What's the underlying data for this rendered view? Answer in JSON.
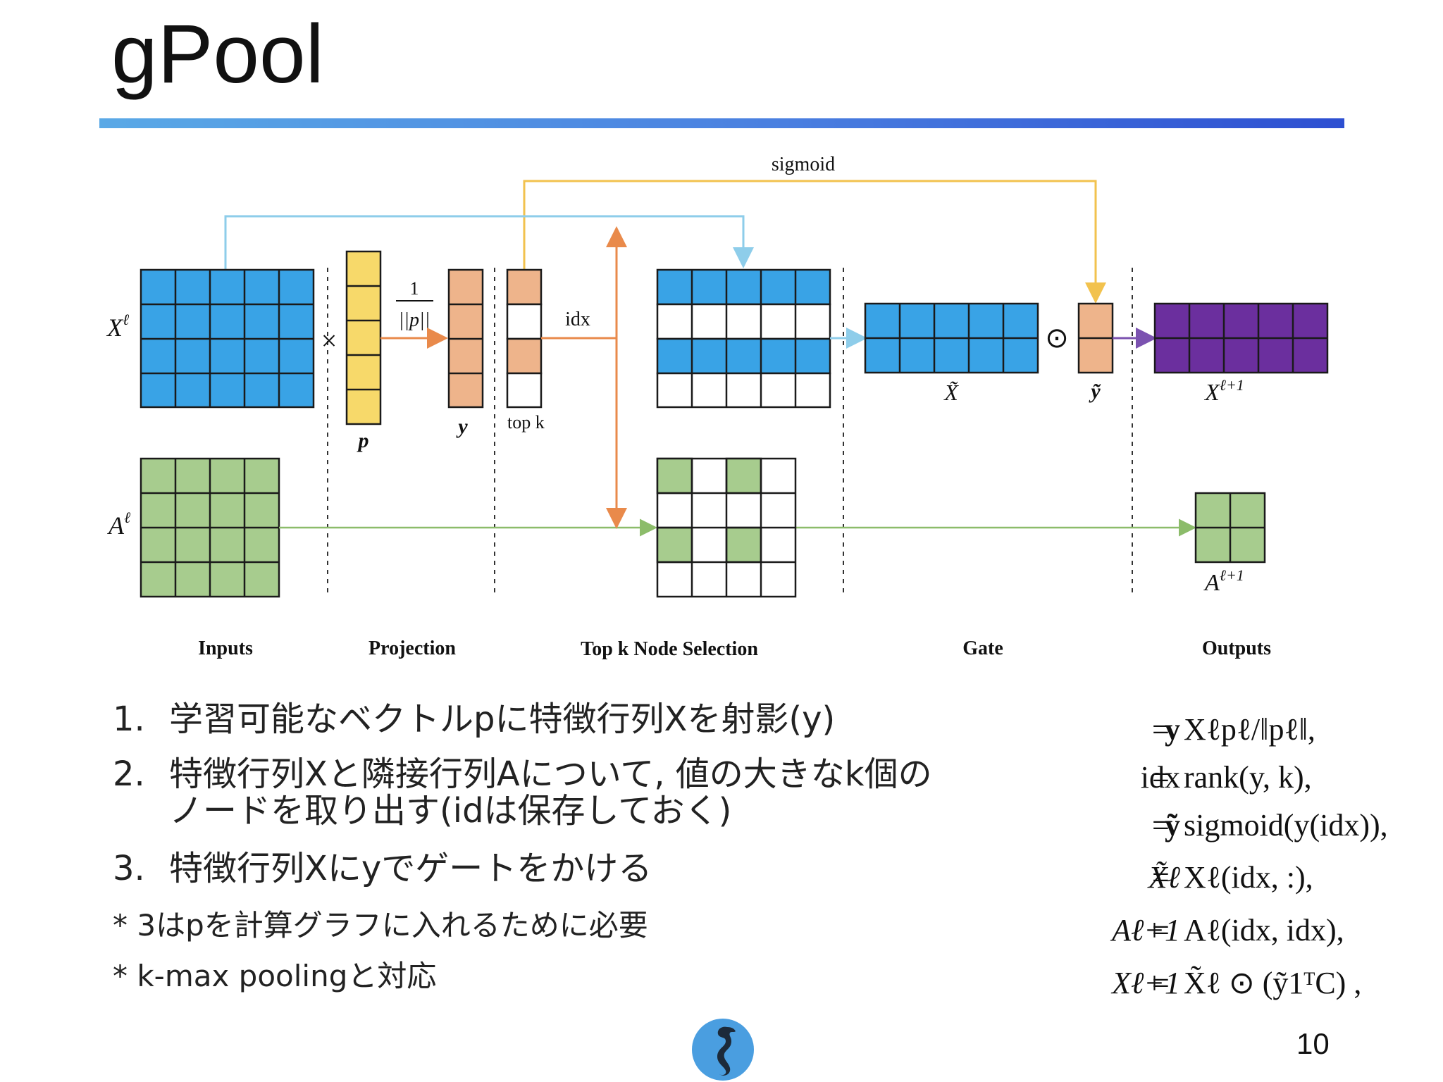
{
  "slide": {
    "title": "gPool",
    "page_number": "10"
  },
  "diagram": {
    "labels": {
      "sigmoid": "sigmoid",
      "x_l": "X",
      "x_l_sup": "ℓ",
      "a_l": "A",
      "a_l_sup": "ℓ",
      "times": "×",
      "frac_num": "1",
      "frac_den": "||p||",
      "p": "p",
      "y": "y",
      "idx": "idx",
      "topk": "top k",
      "x_tilde": "X̃",
      "odot": "⊙",
      "y_tilde": "ỹ",
      "x_next": "X",
      "x_next_sup": "ℓ+1",
      "a_next": "A",
      "a_next_sup": "ℓ+1"
    },
    "sections": [
      "Inputs",
      "Projection",
      "Top k Node Selection",
      "Gate",
      "Outputs"
    ],
    "colors": {
      "blue": "#39a3e6",
      "yellow": "#f7d96a",
      "orange": "#eeb48b",
      "green": "#a7cc8e",
      "purple": "#6b2f9e",
      "arrow_blue": "#8ecdea",
      "arrow_yellow": "#f2c24e",
      "arrow_orange": "#e98a4b",
      "arrow_green": "#8cbc6a",
      "arrow_purple": "#7b52b0"
    }
  },
  "bullets": [
    {
      "num": "1.",
      "text": "学習可能なベクトルpに特徴行列Xを射影(y)"
    },
    {
      "num": "2.",
      "line1": "特徴行列Xと隣接行列Aについて, 値の大きなk個の",
      "line2": "ノードを取り出す(idは保存しておく)"
    },
    {
      "num": "3.",
      "text": "特徴行列Xにyでゲートをかける"
    }
  ],
  "notes": [
    "* 3はpを計算グラフに入れるために必要",
    "* k-max poolingと対応"
  ],
  "formulas": [
    {
      "lhs": "y",
      "rhs": "Xℓpℓ/‖pℓ‖,"
    },
    {
      "lhs": "idx",
      "rhs": "rank(y, k),"
    },
    {
      "lhs": "ỹ",
      "rhs": "sigmoid(y(idx)),"
    },
    {
      "lhs": "X̃ℓ",
      "rhs": "Xℓ(idx, :),"
    },
    {
      "lhs": "Aℓ+1",
      "rhs": "Aℓ(idx, idx),"
    },
    {
      "lhs": "Xℓ+1",
      "rhs": "X̃ℓ ⊙ (ỹ1ᵀC) ,"
    }
  ],
  "formula_eq": "="
}
